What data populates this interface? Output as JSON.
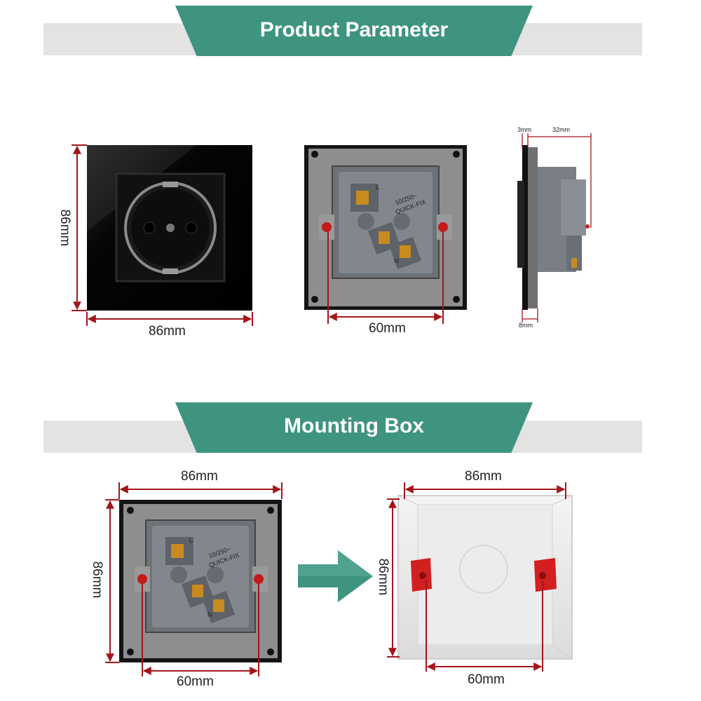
{
  "sections": {
    "product_parameter": "Product Parameter",
    "mounting_box": "Mounting Box"
  },
  "dimensions": {
    "front_width": "86mm",
    "front_height": "86mm",
    "back_screw_span": "60mm",
    "side_glass": "3mm",
    "side_depth": "32mm",
    "side_frame": "8mm",
    "mount_socket_width": "86mm",
    "mount_socket_height": "86mm",
    "mount_socket_screw_span": "60mm",
    "box_width": "86mm",
    "box_height": "86mm",
    "box_screw_span": "60mm"
  },
  "terminal_labels": {
    "rating_line1": "10/250~",
    "rating_line2": "QUICK-FIX",
    "live": "L",
    "neutral": "N"
  },
  "colors": {
    "banner": "#3f9480",
    "banner_bar": "#e3e3e3",
    "dimension_line": "#a3161b",
    "arrow": "#3f9480",
    "panel": "#0b0b0b",
    "module": "#7b7f86"
  }
}
